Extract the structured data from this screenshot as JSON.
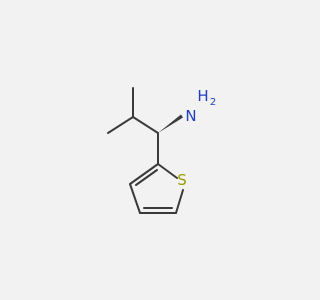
{
  "molecule": {
    "atoms": {
      "amine_N": "N",
      "amine_H": "H",
      "amine_H_count": "2",
      "sulfur": "S"
    },
    "colors": {
      "bond": "#3a3a3a",
      "nitrogen": "#1f3fbf",
      "sulfur": "#9a9a00",
      "background": "#f2f2f2"
    }
  }
}
